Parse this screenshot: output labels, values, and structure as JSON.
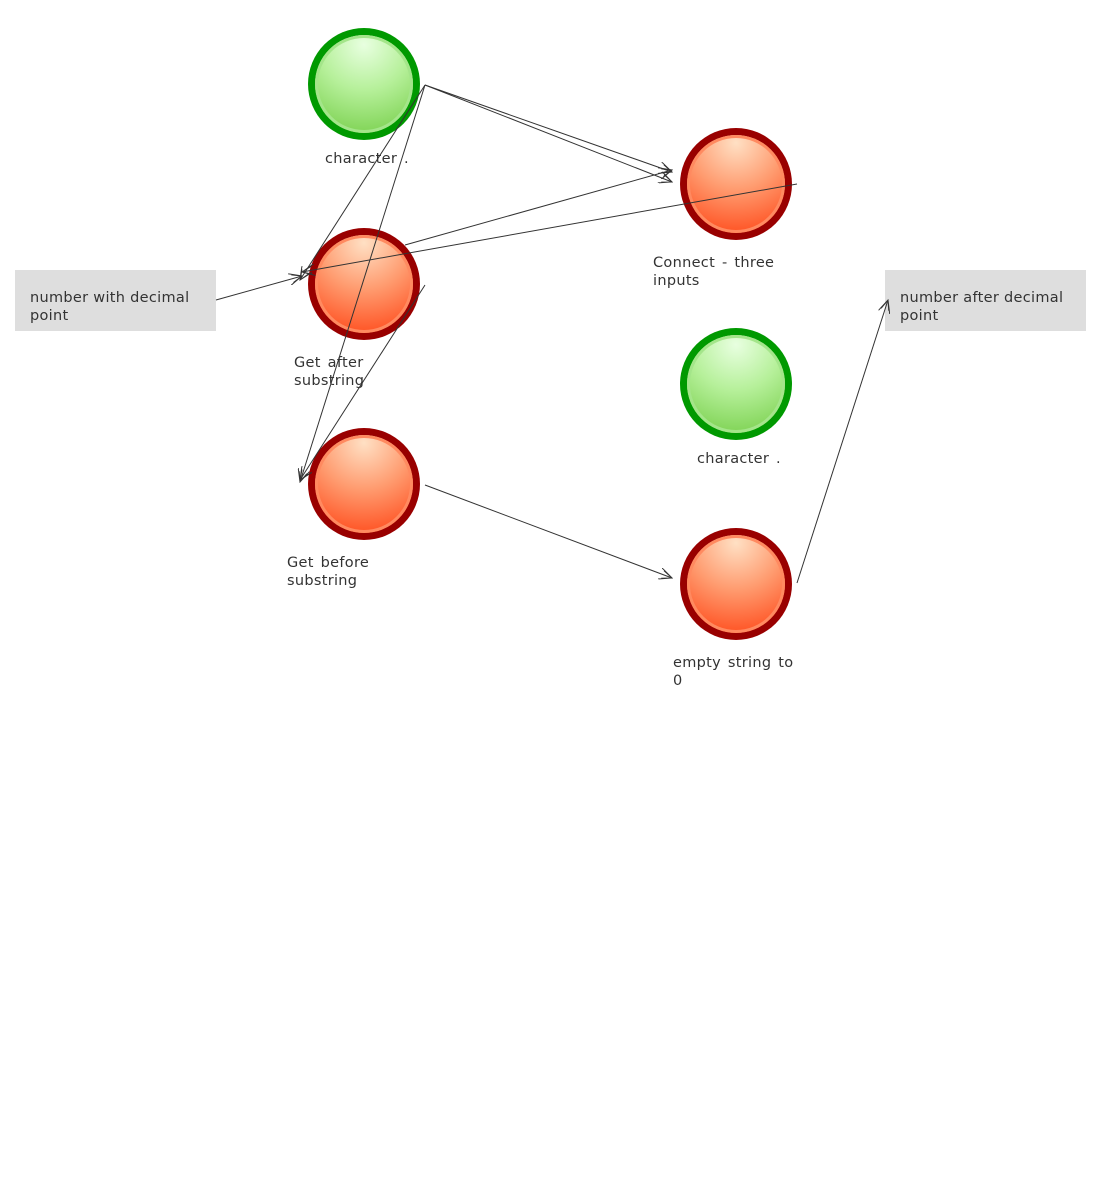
{
  "inputs": [
    {
      "id": "in1",
      "label": "number with decimal point"
    },
    {
      "id": "out1",
      "label": "number after decimal point"
    }
  ],
  "nodes": [
    {
      "id": "c1",
      "type": "constant",
      "label": "character ."
    },
    {
      "id": "ga",
      "type": "function",
      "label": "Get after substring"
    },
    {
      "id": "gb",
      "type": "function",
      "label": "Get before substring"
    },
    {
      "id": "cn",
      "type": "function",
      "label": "Connect - three inputs"
    },
    {
      "id": "c2",
      "type": "constant",
      "label": "character ."
    },
    {
      "id": "es",
      "type": "function",
      "label": "empty string to 0"
    }
  ],
  "edges": [
    {
      "from": "character .",
      "to": "Connect - three inputs"
    },
    {
      "from": "character .",
      "to": "Connect - three inputs"
    },
    {
      "from": "character .",
      "to": "Get after substring"
    },
    {
      "from": "character .",
      "to": "Get before substring"
    },
    {
      "from": "number with decimal point",
      "to": "Get after substring"
    },
    {
      "from": "Get after substring",
      "to": "Connect - three inputs"
    },
    {
      "from": "Connect - three inputs",
      "to": "Get after substring"
    },
    {
      "from": "Get after substring",
      "to": "Get before substring"
    },
    {
      "from": "Get before substring",
      "to": "empty string to 0"
    },
    {
      "from": "empty string to 0",
      "to": "number after decimal point"
    }
  ],
  "colors": {
    "constant_ring": "#009900",
    "function_ring": "#990000",
    "io_box": "#dedede",
    "edge": "#333333"
  }
}
